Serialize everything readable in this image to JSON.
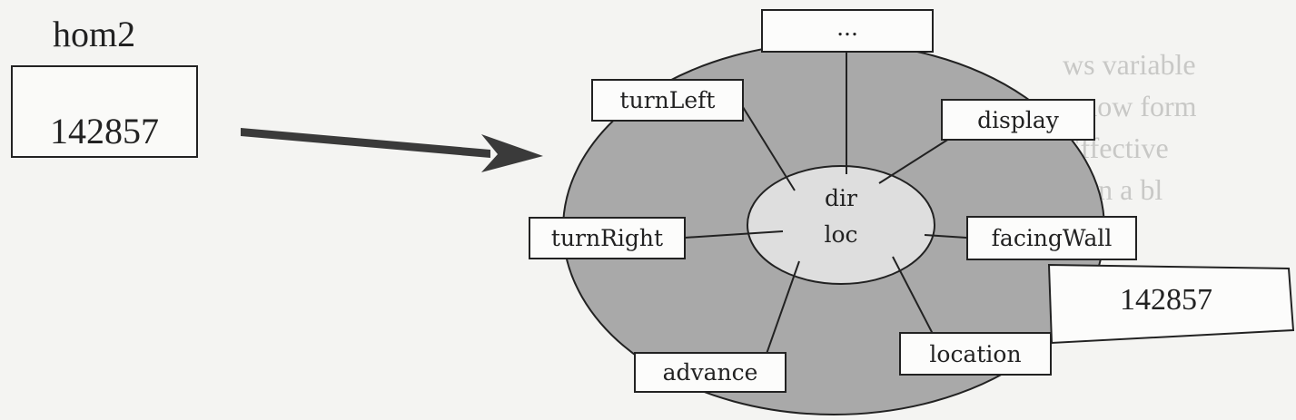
{
  "variable": {
    "name": "hom2",
    "value": "142857"
  },
  "object": {
    "fields": [
      "dir",
      "loc"
    ],
    "methods": {
      "top": "...",
      "turn_left": "turnLeft",
      "display": "display",
      "turn_right": "turnRight",
      "facing_wall": "facingWall",
      "advance": "advance",
      "location": "location"
    },
    "id_card_value": "142857"
  },
  "colors": {
    "object_fill": "#a9a9a9",
    "core_fill": "#dedede",
    "ink": "#222222"
  }
}
